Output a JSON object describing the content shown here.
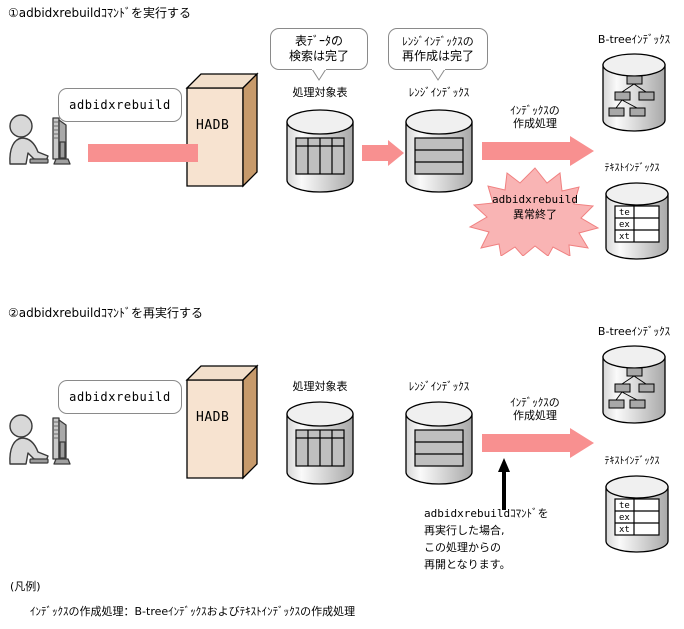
{
  "sections": [
    {
      "id": "step1",
      "title": "①adbidxrebuildｺﾏﾝﾄﾞを実行する",
      "command_bubble": "adbidxrebuild",
      "hadb_label": "HADB",
      "callouts": [
        {
          "id": "table-callout",
          "line1": "表ﾃﾞｰﾀの",
          "line2": "検索は完了"
        },
        {
          "id": "range-callout",
          "line1": "ﾚﾝｼﾞｲﾝﾃﾞｯｸｽの",
          "line2": "再作成は完了"
        }
      ],
      "object_labels": {
        "table": "処理対象表",
        "range_index": "ﾚﾝｼﾞｲﾝﾃﾞｯｸｽ",
        "btree_index": "B-treeｲﾝﾃﾞｯｸｽ",
        "text_index": "ﾃｷｽﾄｲﾝﾃﾞｯｸｽ"
      },
      "arrow_label": {
        "line1": "ｲﾝﾃﾞｯｸｽの",
        "line2": "作成処理"
      },
      "burst": {
        "line1": "adbidxrebuild",
        "line2": "異常終了"
      },
      "text_index_rows": [
        "te",
        "ex",
        "xt"
      ]
    },
    {
      "id": "step2",
      "title": "②adbidxrebuildｺﾏﾝﾄﾞを再実行する",
      "command_bubble": "adbidxrebuild",
      "hadb_label": "HADB",
      "callouts": [],
      "object_labels": {
        "table": "処理対象表",
        "range_index": "ﾚﾝｼﾞｲﾝﾃﾞｯｸｽ",
        "btree_index": "B-treeｲﾝﾃﾞｯｸｽ",
        "text_index": "ﾃｷｽﾄｲﾝﾃﾞｯｸｽ"
      },
      "arrow_label": {
        "line1": "ｲﾝﾃﾞｯｸｽの",
        "line2": "作成処理"
      },
      "annotation": [
        "adbidxrebuildｺﾏﾝﾄﾞを",
        "再実行した場合,",
        "この処理からの",
        "再開となります。"
      ],
      "text_index_rows": [
        "te",
        "ex",
        "xt"
      ]
    }
  ],
  "legend": {
    "heading": "(凡例)",
    "entry": "ｲﾝﾃﾞｯｸｽの作成処理：B-treeｲﾝﾃﾞｯｸｽおよびﾃｷｽﾄｲﾝﾃﾞｯｸｽの作成処理"
  },
  "colors": {
    "arrow_pink": "#F89090",
    "burst_fill": "#F9B4B4",
    "hadb_face": "#F7E3D0",
    "hadb_side": "#C79A6B",
    "cylinder_light": "#F2F2F2",
    "cylinder_dark": "#B8B8B8",
    "node_fill": "#A8A8A8",
    "outline": "#000000",
    "bubble_border": "#8A8A8A"
  }
}
